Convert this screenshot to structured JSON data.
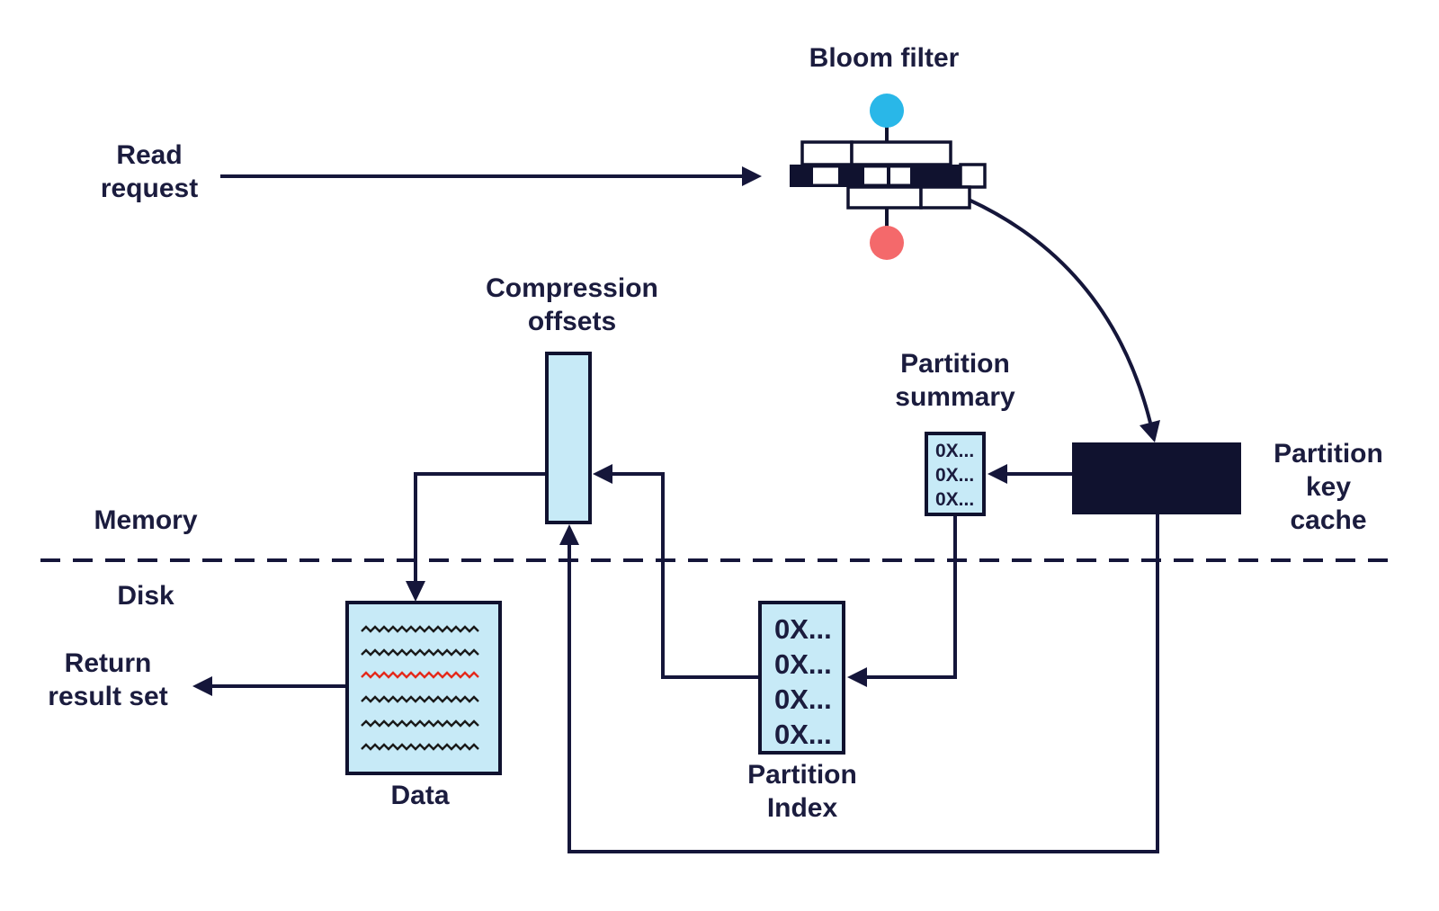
{
  "colors": {
    "navy": "#10122f",
    "ink": "#1b1c3e",
    "line": "#15163a",
    "box_fill": "#c7eaf7",
    "cyan": "#29b7e8",
    "red": "#f4696b",
    "squiggle": "#1a1a1a",
    "squiggle_red": "#e42a1c"
  },
  "nodes": {
    "read_request": {
      "label": "Read\nrequest"
    },
    "bloom_filter": {
      "label": "Bloom filter"
    },
    "compression_offsets": {
      "label": "Compression\noffsets"
    },
    "partition_summary": {
      "label": "Partition\nsummary",
      "entries": [
        "0X...",
        "0X...",
        "0X..."
      ]
    },
    "partition_key_cache": {
      "label": "Partition\nkey cache"
    },
    "memory": {
      "label": "Memory"
    },
    "disk": {
      "label": "Disk"
    },
    "data": {
      "label": "Data"
    },
    "partition_index": {
      "label": "Partition\nIndex",
      "entries": [
        "0X...",
        "0X...",
        "0X...",
        "0X..."
      ]
    },
    "return_result_set": {
      "label": "Return\nresult set"
    }
  }
}
